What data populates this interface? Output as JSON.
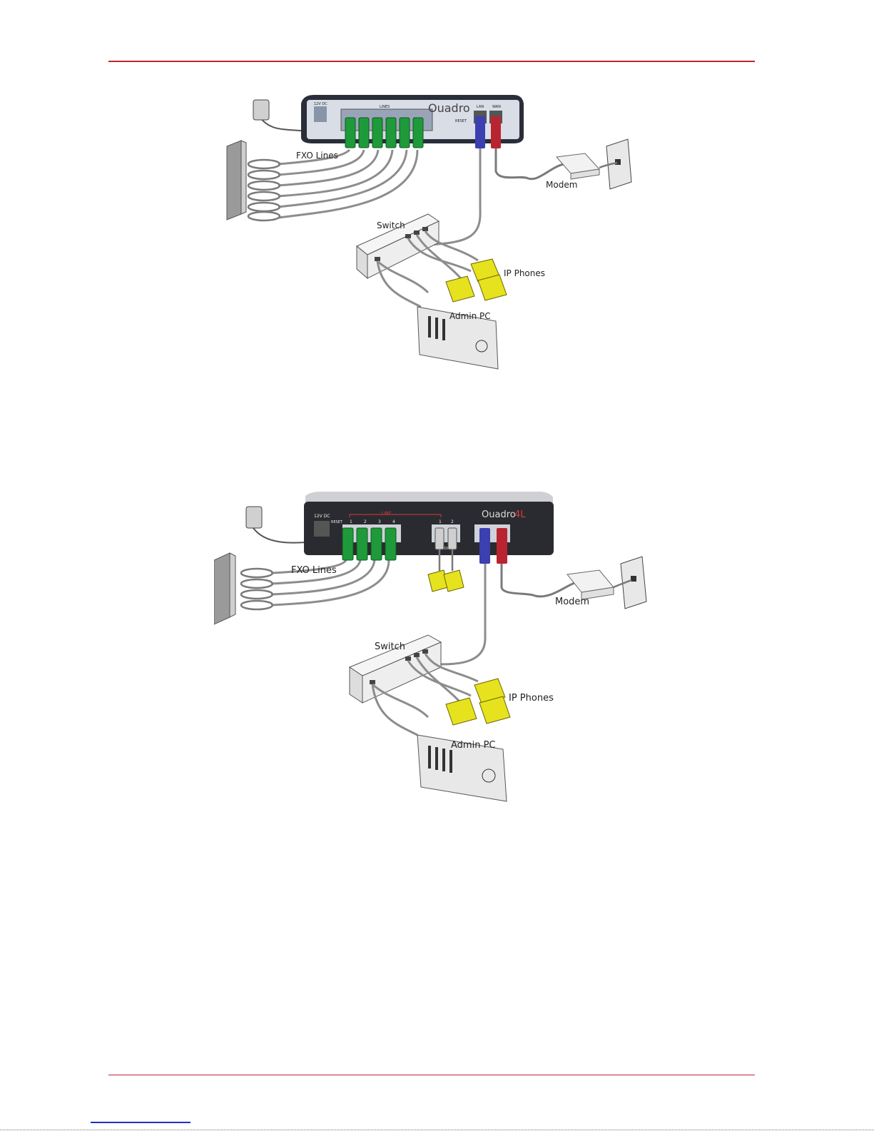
{
  "page": {
    "rule_color": "#c0272d",
    "link_color": "#2030c8"
  },
  "figure1": {
    "device": {
      "brand": "Ouadro",
      "model": "",
      "power_label": "12V DC",
      "lines_label": "LINES",
      "reset_label": "RESET",
      "lan_label": "LAN",
      "wan_label": "WAN"
    },
    "labels": {
      "fxo": "FXO Lines",
      "modem": "Modem",
      "switch": "Switch",
      "ip_phones": "IP Phones",
      "admin_pc": "Admin PC"
    },
    "fxo_line_count": 6
  },
  "figure2": {
    "device": {
      "brand": "Ouadro",
      "model": "4L",
      "power_label": "12V DC",
      "reset_label": "RESET",
      "line_label": "LINE",
      "port_numbers": [
        "1",
        "2",
        "3",
        "4"
      ],
      "phone_label": "PHONE",
      "phone_numbers": [
        "1",
        "2"
      ]
    },
    "labels": {
      "fxo": "FXO Lines",
      "modem": "Modem",
      "switch": "Switch",
      "ip_phones": "IP Phones",
      "admin_pc": "Admin PC"
    },
    "fxo_line_count": 4
  },
  "colors": {
    "fxo_plug": "#1f9a3a",
    "lan_plug": "#3b3fb0",
    "wan_plug": "#b82530",
    "phone": "#e6e21e",
    "cable": "#8d8d8d",
    "device_body": "#2a2d3a"
  }
}
